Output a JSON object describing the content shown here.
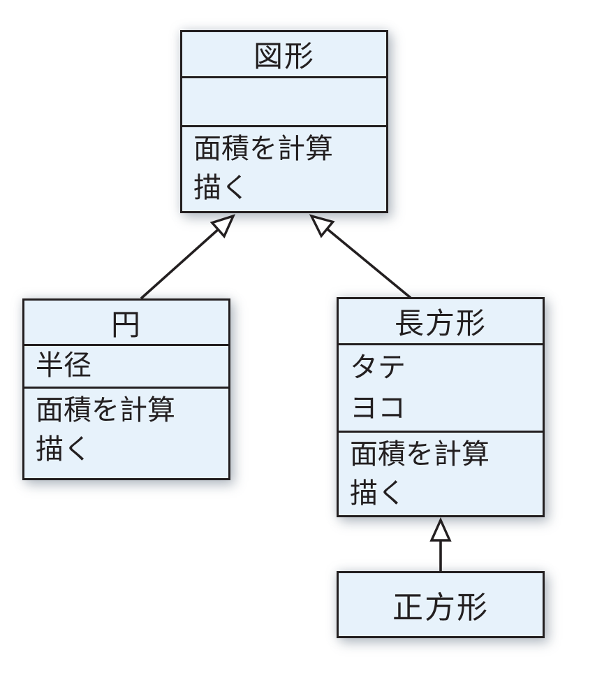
{
  "diagram": {
    "type": "uml-class-diagram",
    "language": "ja",
    "colors": {
      "box_fill": "#e7f2fb",
      "box_border": "#231f20",
      "text": "#231f20",
      "background": "#ffffff"
    },
    "classes": [
      {
        "name": "図形",
        "attributes": [],
        "methods": [
          "面積を計算",
          "描く"
        ]
      },
      {
        "name": "円",
        "attributes": [
          "半径"
        ],
        "methods": [
          "面積を計算",
          "描く"
        ]
      },
      {
        "name": "長方形",
        "attributes": [
          "タテ",
          "ヨコ"
        ],
        "methods": [
          "面積を計算",
          "描く"
        ]
      },
      {
        "name": "正方形",
        "attributes": [],
        "methods": []
      }
    ],
    "relationships": [
      {
        "type": "generalization",
        "from": "円",
        "to": "図形"
      },
      {
        "type": "generalization",
        "from": "長方形",
        "to": "図形"
      },
      {
        "type": "generalization",
        "from": "正方形",
        "to": "長方形"
      }
    ]
  }
}
